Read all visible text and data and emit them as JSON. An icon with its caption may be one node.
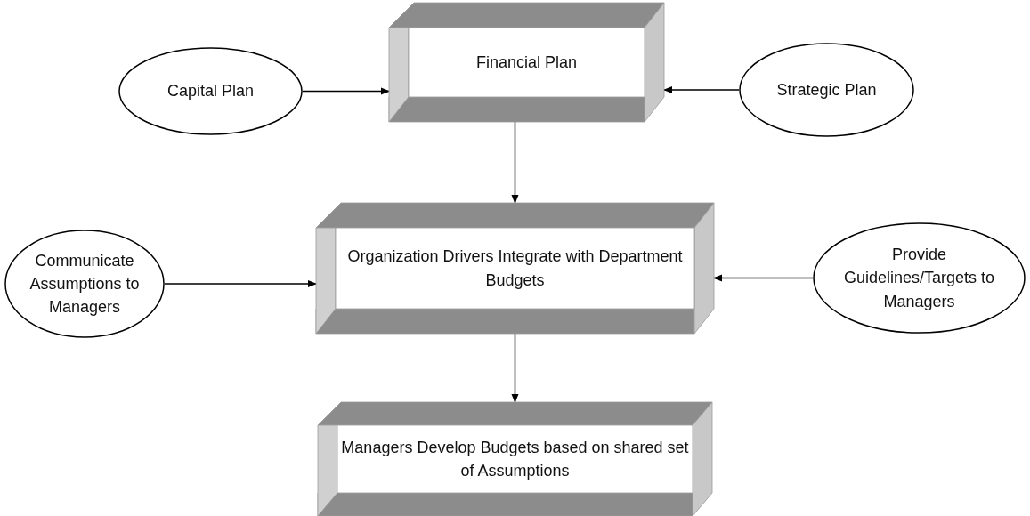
{
  "diagram": {
    "nodes": [
      {
        "text": [
          "Capital Plan"
        ]
      },
      {
        "text": [
          "Financial Plan"
        ]
      },
      {
        "text": [
          "Strategic Plan"
        ]
      },
      {
        "text": [
          "Communicate Assumptions to Managers"
        ]
      },
      {
        "text": [
          "Organization Drivers Integrate with Department Budgets"
        ]
      },
      {
        "text": [
          "Provide Guidelines/Targets to Managers"
        ]
      },
      {
        "text": [
          "Managers Develop Budgets based on shared set of Assumptions"
        ]
      }
    ],
    "edges": [
      {
        "from": 0,
        "to": 1,
        "arrow": "to"
      },
      {
        "from": 2,
        "to": 1,
        "arrow": "to"
      },
      {
        "from": 1,
        "to": 4,
        "arrow": "to"
      },
      {
        "from": 3,
        "to": 4,
        "arrow": "to"
      },
      {
        "from": 5,
        "to": 4,
        "arrow": "to"
      },
      {
        "from": 4,
        "to": 6,
        "arrow": "to"
      }
    ]
  }
}
